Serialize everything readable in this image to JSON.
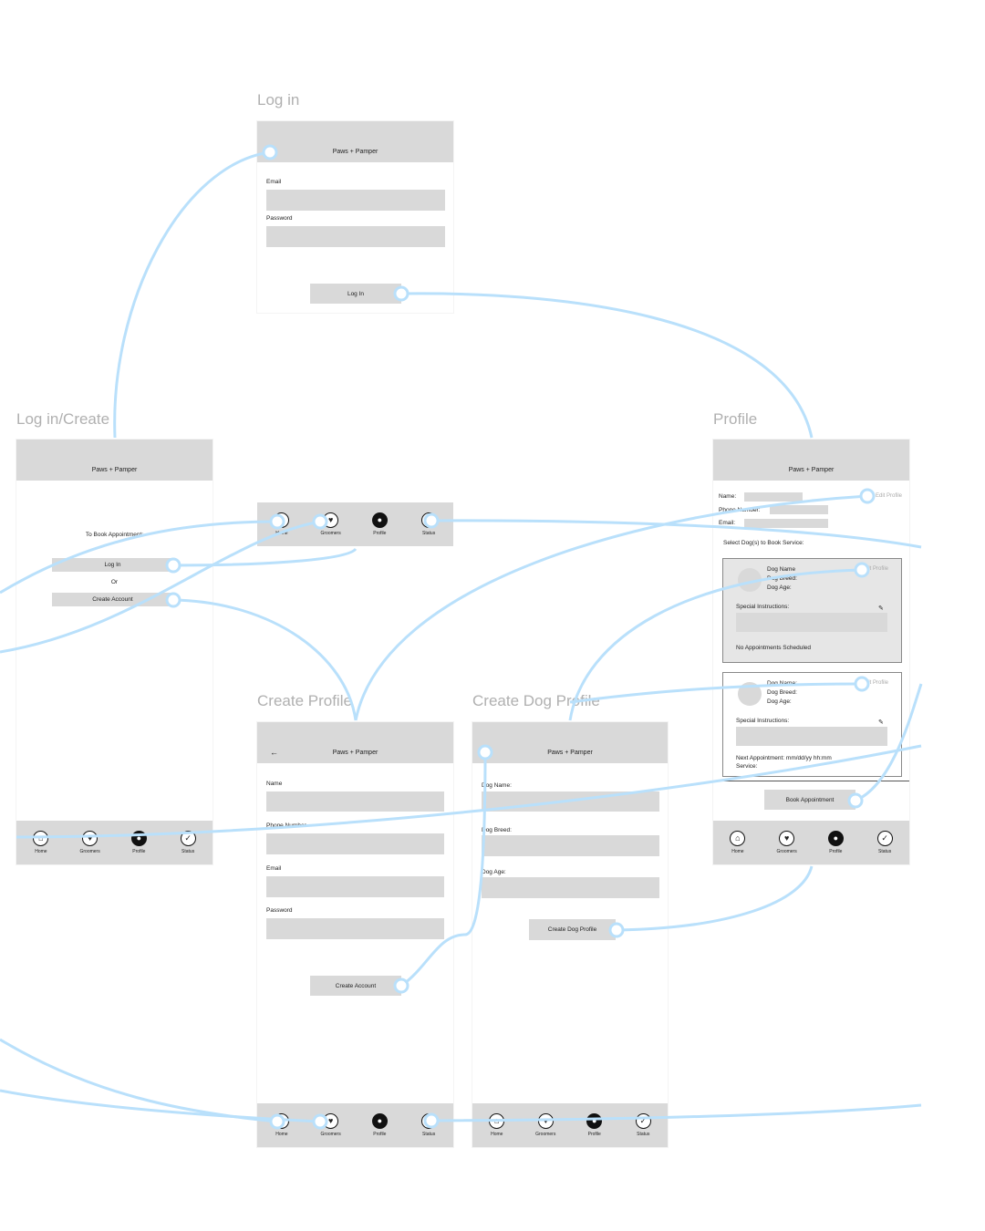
{
  "colors": {
    "wire": "#b9e0fb",
    "panel": "#d9d9d9"
  },
  "app_name": "Paws + Pamper",
  "nav": [
    {
      "label": "Home",
      "icon": "home-icon"
    },
    {
      "label": "Groomers",
      "icon": "groomers-icon"
    },
    {
      "label": "Profile",
      "icon": "profile-icon"
    },
    {
      "label": "Status",
      "icon": "status-icon"
    }
  ],
  "login": {
    "title": "Log in",
    "email": "Email",
    "password": "Password",
    "button": "Log In"
  },
  "login_create": {
    "title": "Log in/Create",
    "prompt": "To Book Appointment:",
    "login": "Log In",
    "or": "Or",
    "create": "Create Account"
  },
  "profile": {
    "title": "Profile",
    "name": "Name:",
    "phone": "Phone Number:",
    "email": "Email:",
    "edit": "Edit Profile",
    "select": "Select Dog(s) to Book Service:",
    "dogs": [
      {
        "name": "Dog Name",
        "breed": "Dog Breed:",
        "age": "Dog Age:",
        "edit": "Edit Profile",
        "instructions": "Special Instructions:",
        "status": "No Appointments Scheduled",
        "service": ""
      },
      {
        "name": "Dog Name:",
        "breed": "Dog Breed:",
        "age": "Dog Age:",
        "edit": "Edit Profile",
        "instructions": "Special Instructions:",
        "status": "Next Appointment: mm/dd/yy hh:mm",
        "service": "Service:"
      }
    ],
    "book": "Book Appointment"
  },
  "create_profile": {
    "title": "Create Profile",
    "back": "←",
    "name": "Name",
    "phone": "Phone Number",
    "email": "Email",
    "password": "Password",
    "button": "Create Account"
  },
  "create_dog": {
    "title": "Create Dog Profile",
    "name": "Dog Name:",
    "breed": "Dog Breed:",
    "age": "Dog Age:",
    "button": "Create Dog Profile"
  }
}
